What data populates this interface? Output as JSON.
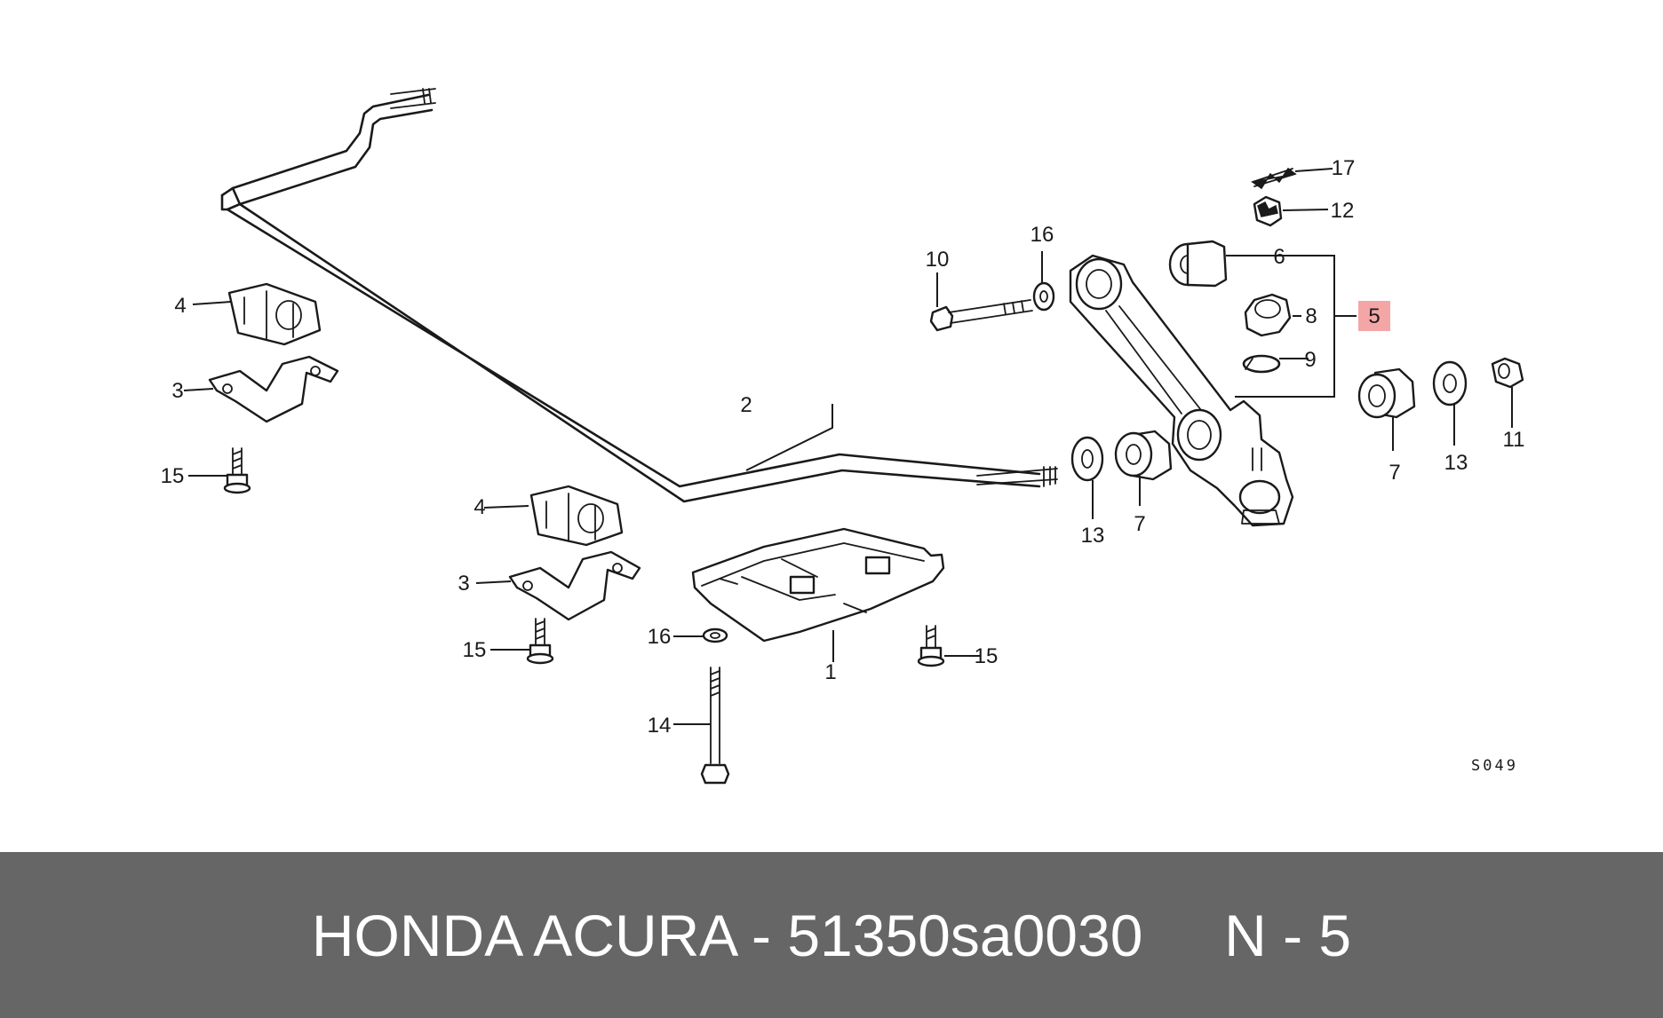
{
  "diagram": {
    "callouts": {
      "c1": "1",
      "c2": "2",
      "c3a": "3",
      "c3b": "3",
      "c4a": "4",
      "c4b": "4",
      "c5": "5",
      "c6": "6",
      "c7a": "7",
      "c7b": "7",
      "c8": "8",
      "c9": "9",
      "c10": "10",
      "c11": "11",
      "c12": "12",
      "c13a": "13",
      "c13b": "13",
      "c14": "14",
      "c15a": "15",
      "c15b": "15",
      "c15c": "15",
      "c16a": "16",
      "c16b": "16",
      "c17": "17"
    },
    "diagram_code": "S049",
    "highlight_color": "#f4a6a6",
    "highlight_text_color": "#cc0000"
  },
  "banner": {
    "text": "HONDA ACURA - 51350sa0030     N - 5",
    "background": "#666666",
    "text_color": "#ffffff"
  }
}
